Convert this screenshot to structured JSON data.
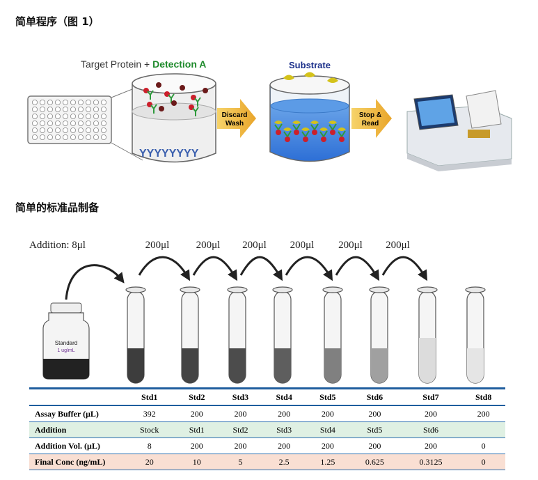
{
  "section1_title": "简单程序（图 1）",
  "section2_title": "简单的标准品制备",
  "procedure": {
    "label_target": "Target Protein + ",
    "label_detection": "Detection A",
    "label_substrate": "Substrate",
    "arrow1": [
      "Discard",
      "Wash"
    ],
    "arrow2": [
      "Stop &",
      "Read"
    ]
  },
  "dilution": {
    "addition_label": "Addition:  8μl",
    "transfer_label": "200μl",
    "vial_label": "Standard",
    "vial_conc": "1 ug/mL",
    "colors": {
      "accent": "#1f5e9e",
      "addition_row": "#dff0e3",
      "final_row": "#f9dfd3",
      "detection": "#1e8a2b",
      "substrate": "#1a2f8a"
    }
  },
  "table": {
    "headers": [
      "",
      "Std1",
      "Std2",
      "Std3",
      "Std4",
      "Std5",
      "Std6",
      "Std7",
      "Std8"
    ],
    "rows": [
      {
        "label": "Assay Buffer (μL)",
        "values": [
          "392",
          "200",
          "200",
          "200",
          "200",
          "200",
          "200",
          "200"
        ]
      },
      {
        "label": "Addition",
        "values": [
          "Stock",
          "Std1",
          "Std2",
          "Std3",
          "Std4",
          "Std5",
          "Std6",
          ""
        ]
      },
      {
        "label": "Addition Vol. (μL)",
        "values": [
          "8",
          "200",
          "200",
          "200",
          "200",
          "200",
          "200",
          "0"
        ]
      },
      {
        "label": "Final Conc (ng/mL)",
        "values": [
          "20",
          "10",
          "5",
          "2.5",
          "1.25",
          "0.625",
          "0.3125",
          "0"
        ]
      }
    ]
  }
}
